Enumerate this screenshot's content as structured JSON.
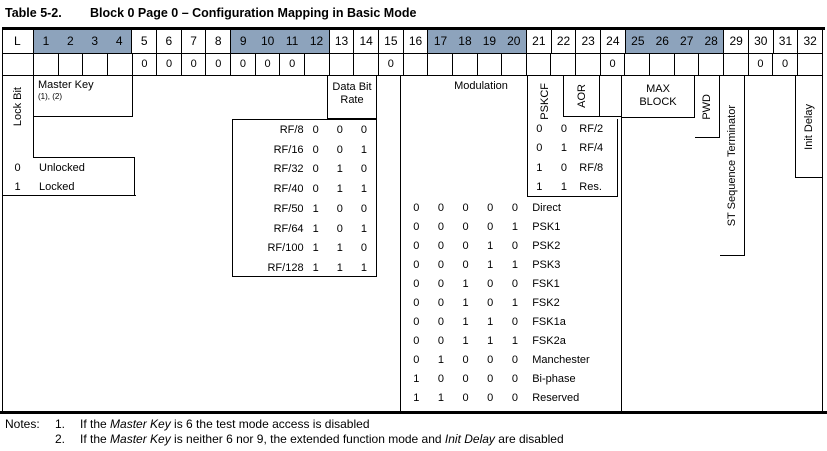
{
  "title": {
    "label": "Table 5-2.",
    "text": "Block 0 Page 0 – Configuration Mapping in Basic Mode"
  },
  "colors": {
    "shade": "#8da3bc",
    "line": "#000000"
  },
  "header": {
    "corner": "L",
    "groups": [
      {
        "bits": [
          "1",
          "2",
          "3",
          "4"
        ],
        "shaded": true
      },
      {
        "bits": [
          "5",
          "6",
          "7",
          "8"
        ],
        "shaded": false
      },
      {
        "bits": [
          "9",
          "10",
          "11",
          "12"
        ],
        "shaded": true
      },
      {
        "bits": [
          "13",
          "14",
          "15",
          "16"
        ],
        "shaded": false
      },
      {
        "bits": [
          "17",
          "18",
          "19",
          "20"
        ],
        "shaded": true
      },
      {
        "bits": [
          "21",
          "22",
          "23",
          "24"
        ],
        "shaded": false
      },
      {
        "bits": [
          "25",
          "26",
          "27",
          "28"
        ],
        "shaded": true
      },
      {
        "bits": [
          "29",
          "30",
          "31",
          "32"
        ],
        "shaded": false
      }
    ]
  },
  "value_row": [
    "",
    "",
    "",
    "",
    "0",
    "0",
    "0",
    "0",
    "0",
    "0",
    "0",
    "",
    "",
    "",
    "0",
    "",
    "",
    "",
    "",
    "",
    "",
    "",
    "",
    "0",
    "",
    "",
    "",
    "",
    "",
    "0",
    "0",
    ""
  ],
  "lock_bit": {
    "label": "Lock Bit",
    "legend": [
      {
        "value": "0",
        "label": "Unlocked"
      },
      {
        "value": "1",
        "label": "Locked"
      }
    ]
  },
  "master_key": {
    "label": "Master Key",
    "refs": "(1), (2)"
  },
  "data_bit_rate": {
    "label_line1": "Data Bit",
    "label_line2": "Rate",
    "rows": [
      {
        "label": "RF/8",
        "bits": [
          "0",
          "0",
          "0"
        ]
      },
      {
        "label": "RF/16",
        "bits": [
          "0",
          "0",
          "1"
        ]
      },
      {
        "label": "RF/32",
        "bits": [
          "0",
          "1",
          "0"
        ]
      },
      {
        "label": "RF/40",
        "bits": [
          "0",
          "1",
          "1"
        ]
      },
      {
        "label": "RF/50",
        "bits": [
          "1",
          "0",
          "0"
        ]
      },
      {
        "label": "RF/64",
        "bits": [
          "1",
          "0",
          "1"
        ]
      },
      {
        "label": "RF/100",
        "bits": [
          "1",
          "1",
          "0"
        ]
      },
      {
        "label": "RF/128",
        "bits": [
          "1",
          "1",
          "1"
        ]
      }
    ]
  },
  "modulation": {
    "label": "Modulation",
    "rows": [
      {
        "bits": [
          "0",
          "0",
          "0",
          "0",
          "0"
        ],
        "label": "Direct"
      },
      {
        "bits": [
          "0",
          "0",
          "0",
          "0",
          "1"
        ],
        "label": "PSK1"
      },
      {
        "bits": [
          "0",
          "0",
          "0",
          "1",
          "0"
        ],
        "label": "PSK2"
      },
      {
        "bits": [
          "0",
          "0",
          "0",
          "1",
          "1"
        ],
        "label": "PSK3"
      },
      {
        "bits": [
          "0",
          "0",
          "1",
          "0",
          "0"
        ],
        "label": "FSK1"
      },
      {
        "bits": [
          "0",
          "0",
          "1",
          "0",
          "1"
        ],
        "label": "FSK2"
      },
      {
        "bits": [
          "0",
          "0",
          "1",
          "1",
          "0"
        ],
        "label": "FSK1a"
      },
      {
        "bits": [
          "0",
          "0",
          "1",
          "1",
          "1"
        ],
        "label": "FSK2a"
      },
      {
        "bits": [
          "0",
          "1",
          "0",
          "0",
          "0"
        ],
        "label": "Manchester"
      },
      {
        "bits": [
          "1",
          "0",
          "0",
          "0",
          "0"
        ],
        "label": "Bi-phase"
      },
      {
        "bits": [
          "1",
          "1",
          "0",
          "0",
          "0"
        ],
        "label": "Reserved"
      }
    ]
  },
  "pskcf": {
    "label": "PSKCF",
    "rows": [
      {
        "bits": [
          "0",
          "0"
        ],
        "label": "RF/2"
      },
      {
        "bits": [
          "0",
          "1"
        ],
        "label": "RF/4"
      },
      {
        "bits": [
          "1",
          "0"
        ],
        "label": "RF/8"
      },
      {
        "bits": [
          "1",
          "1"
        ],
        "label": "Res."
      }
    ]
  },
  "aor": {
    "label": "AOR"
  },
  "max_block": {
    "line1": "MAX",
    "line2": "BLOCK"
  },
  "pwd": {
    "label": "PWD"
  },
  "st_terminator": {
    "label": "ST Sequence Terminator"
  },
  "init_delay": {
    "label": "Init Delay"
  },
  "notes": {
    "label": "Notes:",
    "items": [
      {
        "num": "1.",
        "parts": [
          {
            "t": "If the "
          },
          {
            "t": "Master Key",
            "i": true
          },
          {
            "t": " is 6 the test mode access is disabled"
          }
        ]
      },
      {
        "num": "2.",
        "parts": [
          {
            "t": "If the "
          },
          {
            "t": "Master Key",
            "i": true
          },
          {
            "t": " is neither 6 nor 9, the extended function mode and "
          },
          {
            "t": "Init Delay",
            "i": true
          },
          {
            "t": " are disabled"
          }
        ]
      }
    ]
  }
}
